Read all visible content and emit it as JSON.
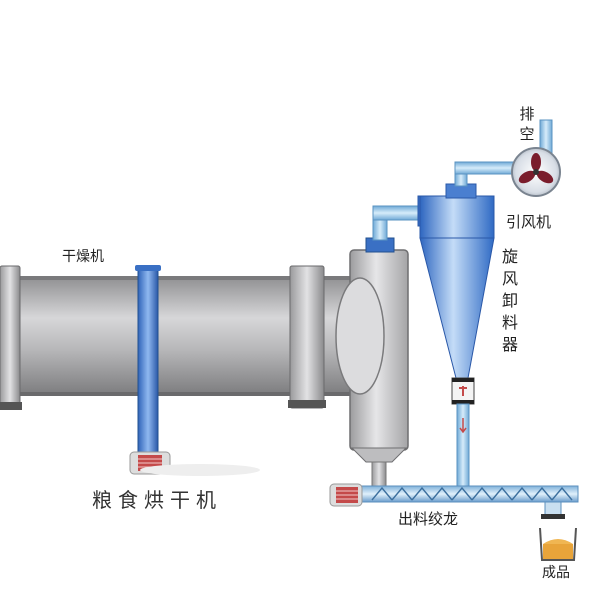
{
  "labels": {
    "exhaust": "排空",
    "fan": "引风机",
    "dryer": "干燥机",
    "cyclone": "旋风卸料器",
    "caption": "粮食烘干机",
    "screw": "出料绞龙",
    "product": "成品"
  },
  "colors": {
    "drum": "#a9a9ab",
    "pipe": "#8fc3e4",
    "cyclone": "#3f7dd1",
    "red_part": "#c44a4a",
    "product": "#e8a43a"
  },
  "icons": [
    "fan-icon",
    "cyclone-separator",
    "screw-conveyor",
    "rotary-drum"
  ]
}
